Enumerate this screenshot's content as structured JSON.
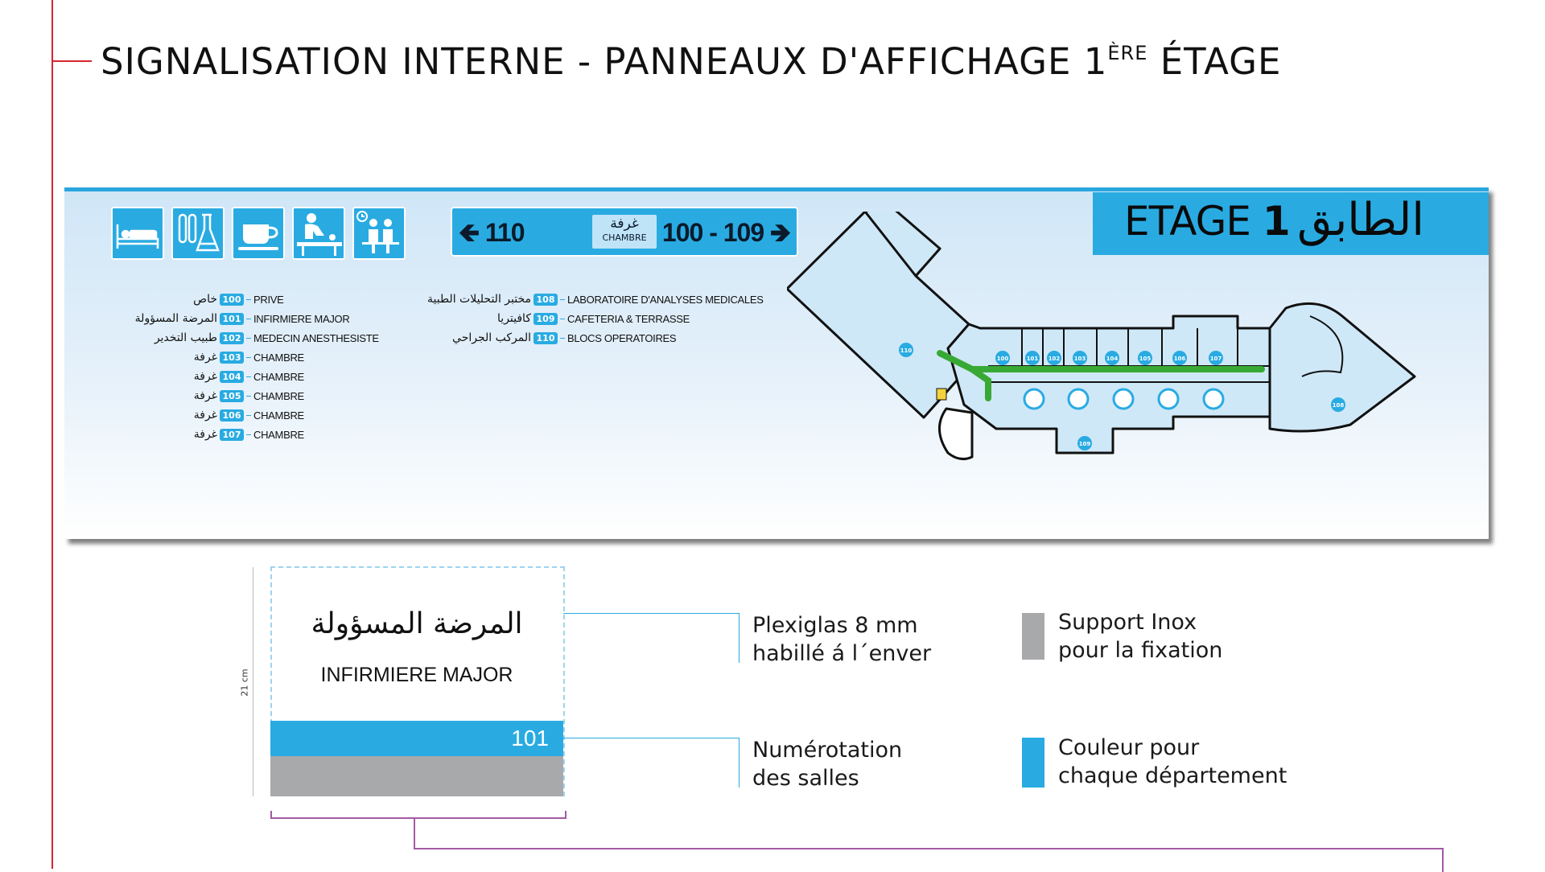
{
  "title": {
    "main": "SIGNALISATION INTERNE - PANNEAUX D'AFFICHAGE 1",
    "sup": "ÈRE",
    "tail": " ÉTAGE"
  },
  "board": {
    "etage_label": "ETAGE",
    "etage_number": "1",
    "etage_arabic": "الطابق",
    "icons": [
      "bed-icon",
      "lab-flask-icon",
      "coffee-cup-icon",
      "surgery-icon",
      "waiting-room-icon"
    ],
    "direction": {
      "left": "110",
      "center_ar": "غرفة",
      "center_fr": "CHAMBRE",
      "right": "100 - 109"
    },
    "legend_left": [
      {
        "ar": "خاص",
        "num": "100",
        "fr": "PRIVE"
      },
      {
        "ar": "المرضة المسؤولة",
        "num": "101",
        "fr": "INFIRMIERE MAJOR"
      },
      {
        "ar": "طبيب التخدير",
        "num": "102",
        "fr": "MEDECIN ANESTHESISTE"
      },
      {
        "ar": "غرفة",
        "num": "103",
        "fr": "CHAMBRE"
      },
      {
        "ar": "غرفة",
        "num": "104",
        "fr": "CHAMBRE"
      },
      {
        "ar": "غرفة",
        "num": "105",
        "fr": "CHAMBRE"
      },
      {
        "ar": "غرفة",
        "num": "106",
        "fr": "CHAMBRE"
      },
      {
        "ar": "غرفة",
        "num": "107",
        "fr": "CHAMBRE"
      }
    ],
    "legend_right": [
      {
        "ar": "مختبر التحليلات الطبية",
        "num": "108",
        "fr": "LABORATOIRE D'ANALYSES MEDICALES"
      },
      {
        "ar": "كافيتريا",
        "num": "109",
        "fr": "CAFETERIA & TERRASSE"
      },
      {
        "ar": "المركب الجراحي",
        "num": "110",
        "fr": "BLOCS OPERATOIRES"
      }
    ],
    "plan_rooms": [
      "110",
      "100",
      "101",
      "102",
      "103",
      "104",
      "105",
      "106",
      "107",
      "108",
      "109"
    ]
  },
  "detail": {
    "sign_ar": "المرضة المسؤولة",
    "sign_fr": "INFIRMIERE MAJOR",
    "sign_number": "101",
    "dimension": "21 cm",
    "callouts": {
      "plexi_1": "Plexiglas 8 mm",
      "plexi_2": "habillé á l´enver",
      "numero_1": "Numérotation",
      "numero_2": "des salles",
      "support_1": "Support Inox",
      "support_2": "pour la fixation",
      "couleur_1": "Couleur pour",
      "couleur_2": "chaque département"
    }
  },
  "colors": {
    "accent_blue": "#29abe2",
    "red_rule": "#d6252e",
    "purple_rule": "#a35aa3",
    "support_grey": "#a8a9ab",
    "path_green": "#39a935"
  }
}
